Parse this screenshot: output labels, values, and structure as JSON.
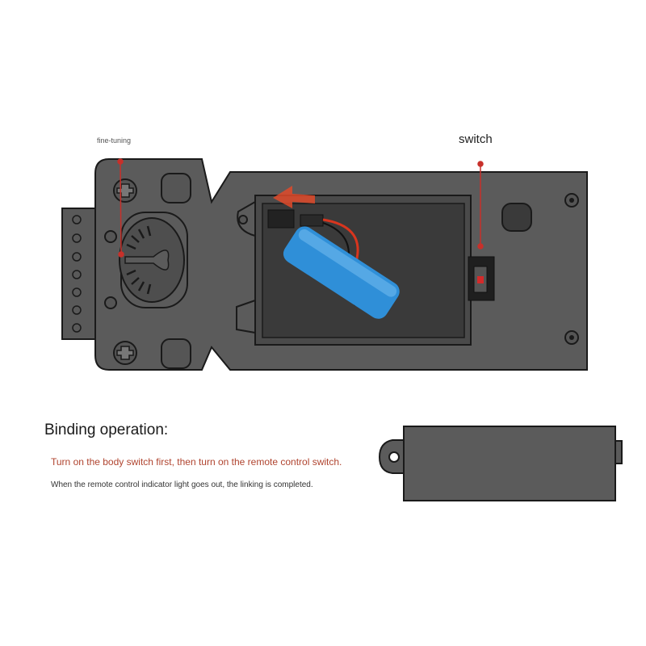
{
  "labels": {
    "fine_tuning": "fine-tuning",
    "switch": "switch"
  },
  "binding": {
    "heading": "Binding operation:",
    "step1": "Turn on the body switch first, then turn on the remote control switch.",
    "step2": "When the remote control indicator light goes out, the linking is completed."
  },
  "colors": {
    "accent": "#c8302a",
    "step1_text": "#b0442f",
    "plate": "#5a5a5a",
    "battery": "#2f8fd8"
  }
}
